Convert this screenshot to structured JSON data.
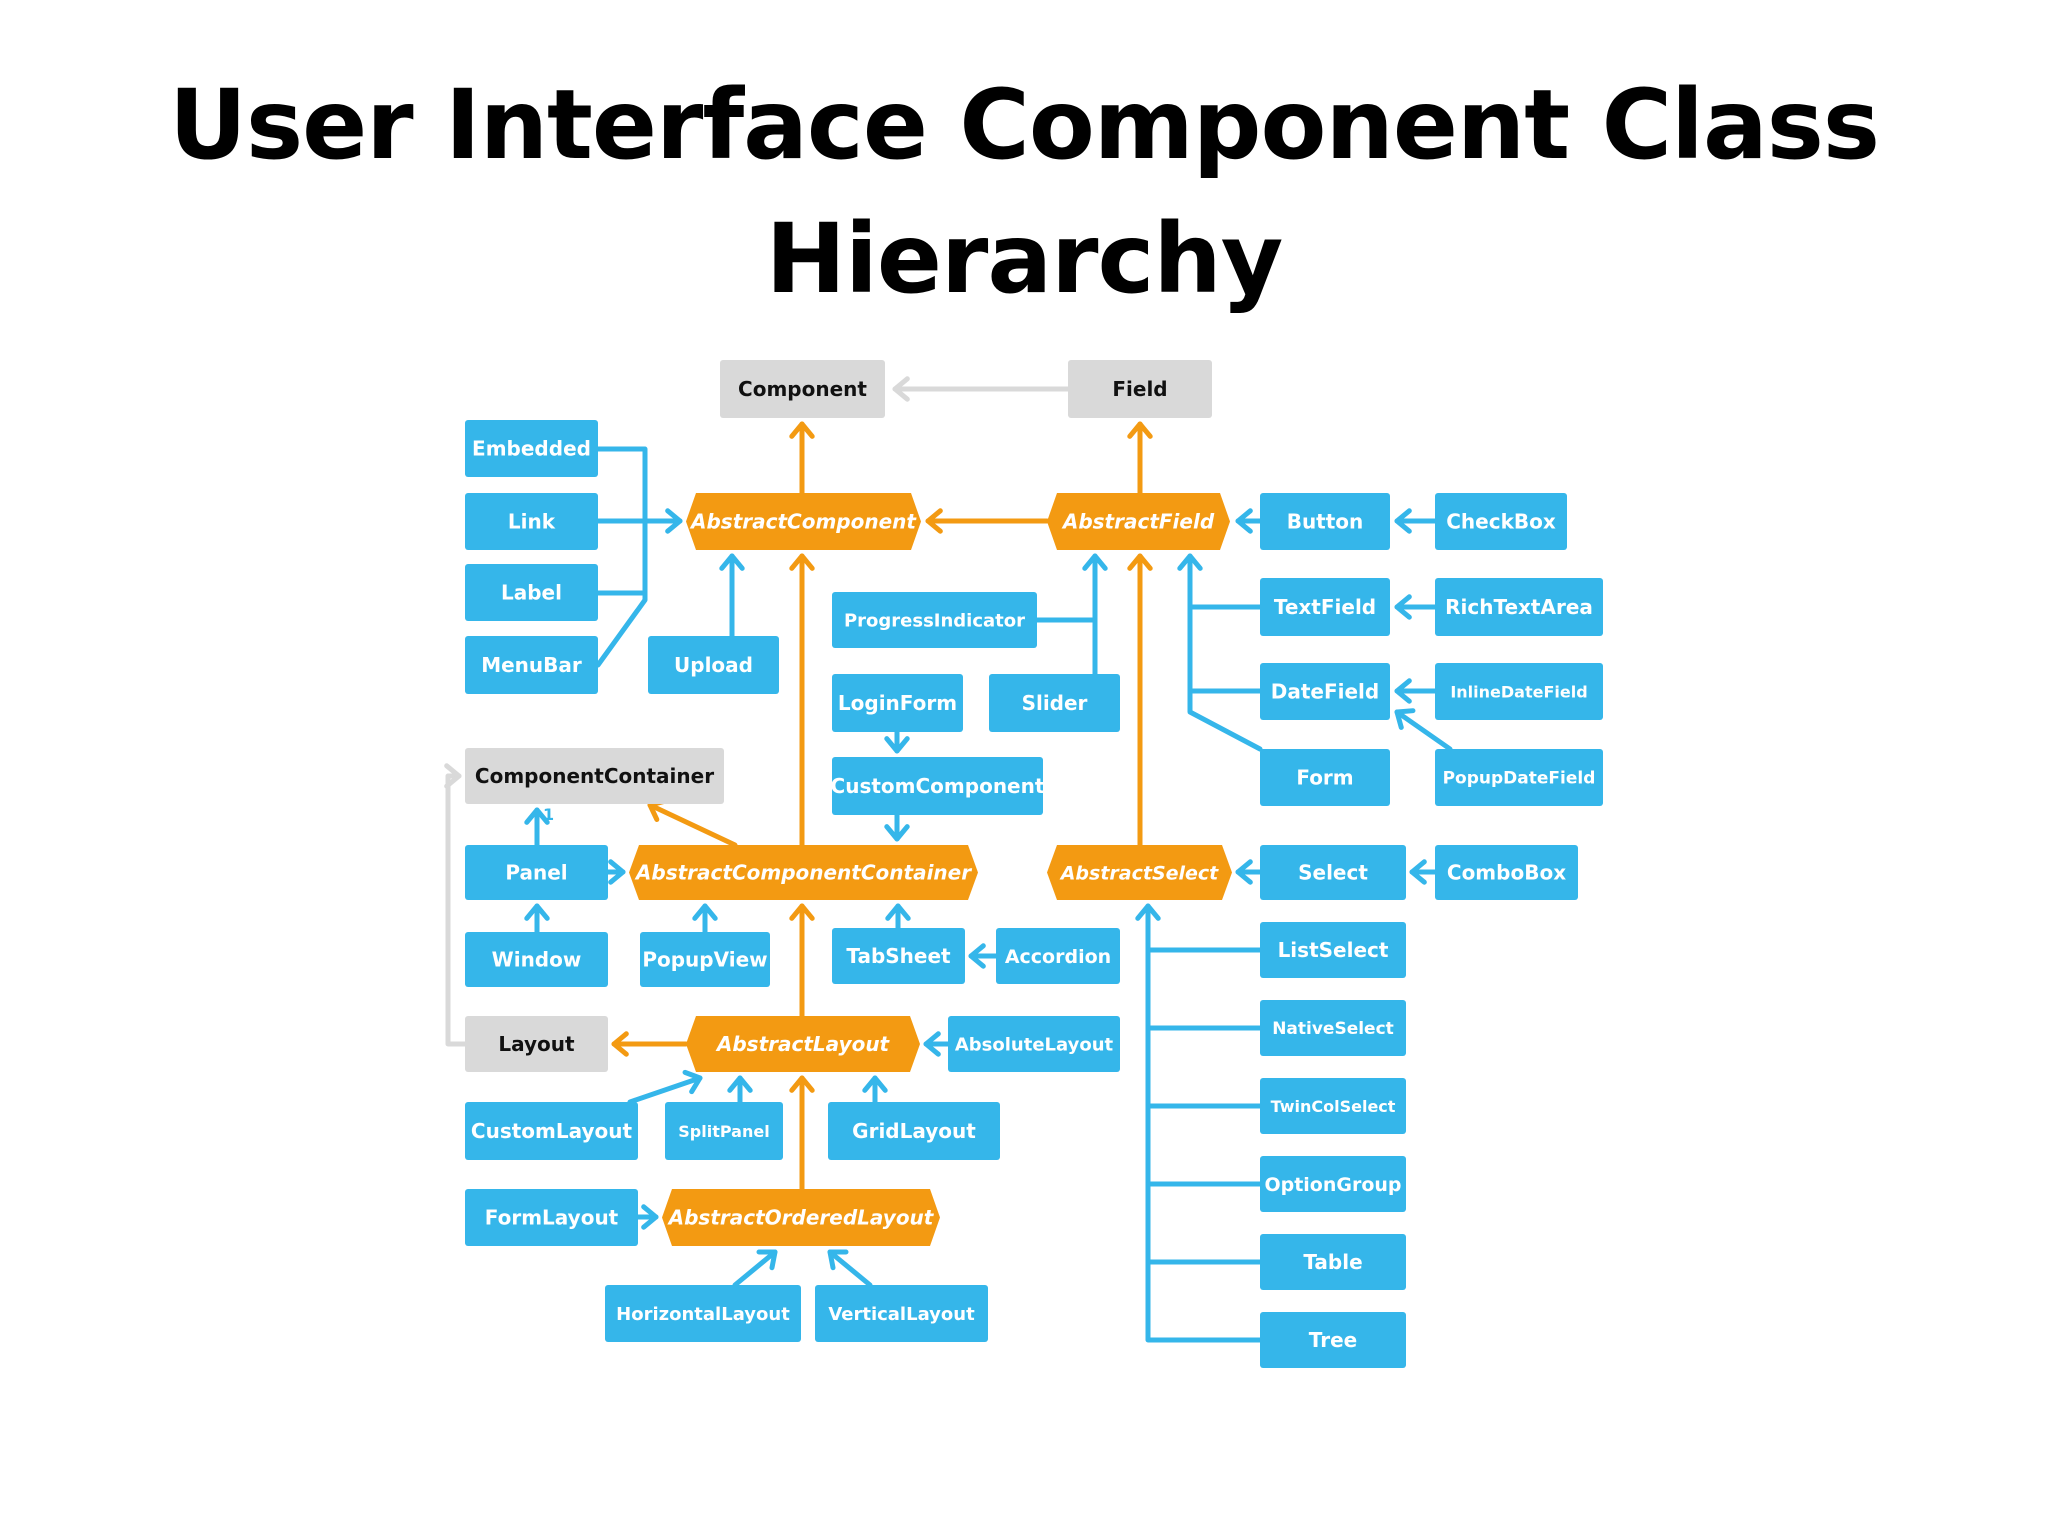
{
  "title": {
    "line1": "User Interface Component Class",
    "line2": "Hierarchy"
  },
  "colors": {
    "gray_box": "#d9d9d9",
    "blue_box": "#35b6ea",
    "orange_box": "#f39a12",
    "gray_arrow": "#d9d9d9",
    "blue_arrow": "#35b6ea",
    "orange_arrow": "#f39a12",
    "text_dark": "#111111",
    "text_light": "#ffffff"
  },
  "diagram": {
    "nodes": [
      {
        "id": "component",
        "label": "Component",
        "kind": "gray"
      },
      {
        "id": "field",
        "label": "Field",
        "kind": "gray"
      },
      {
        "id": "embedded",
        "label": "Embedded",
        "kind": "blue"
      },
      {
        "id": "link",
        "label": "Link",
        "kind": "blue"
      },
      {
        "id": "label",
        "label": "Label",
        "kind": "blue"
      },
      {
        "id": "menubar",
        "label": "MenuBar",
        "kind": "blue"
      },
      {
        "id": "upload",
        "label": "Upload",
        "kind": "blue"
      },
      {
        "id": "abstract-component",
        "label": "AbstractComponent",
        "kind": "orange"
      },
      {
        "id": "abstract-field",
        "label": "AbstractField",
        "kind": "orange"
      },
      {
        "id": "button",
        "label": "Button",
        "kind": "blue"
      },
      {
        "id": "checkbox",
        "label": "CheckBox",
        "kind": "blue"
      },
      {
        "id": "textfield",
        "label": "TextField",
        "kind": "blue"
      },
      {
        "id": "richtextarea",
        "label": "RichTextArea",
        "kind": "blue"
      },
      {
        "id": "datefield",
        "label": "DateField",
        "kind": "blue"
      },
      {
        "id": "inlinedatefield",
        "label": "InlineDateField",
        "kind": "blue"
      },
      {
        "id": "form",
        "label": "Form",
        "kind": "blue"
      },
      {
        "id": "popupdatefield",
        "label": "PopupDateField",
        "kind": "blue"
      },
      {
        "id": "progressindicator",
        "label": "ProgressIndicator",
        "kind": "blue"
      },
      {
        "id": "loginform",
        "label": "LoginForm",
        "kind": "blue"
      },
      {
        "id": "slider",
        "label": "Slider",
        "kind": "blue"
      },
      {
        "id": "customcomponent",
        "label": "CustomComponent",
        "kind": "blue"
      },
      {
        "id": "componentcontainer",
        "label": "ComponentContainer",
        "kind": "gray"
      },
      {
        "id": "panel",
        "label": "Panel",
        "kind": "blue"
      },
      {
        "id": "abstract-component-container",
        "label": "AbstractComponentContainer",
        "kind": "orange"
      },
      {
        "id": "abstract-select",
        "label": "AbstractSelect",
        "kind": "orange"
      },
      {
        "id": "select",
        "label": "Select",
        "kind": "blue"
      },
      {
        "id": "combobox",
        "label": "ComboBox",
        "kind": "blue"
      },
      {
        "id": "window",
        "label": "Window",
        "kind": "blue"
      },
      {
        "id": "popupview",
        "label": "PopupView",
        "kind": "blue"
      },
      {
        "id": "tabsheet",
        "label": "TabSheet",
        "kind": "blue"
      },
      {
        "id": "accordion",
        "label": "Accordion",
        "kind": "blue"
      },
      {
        "id": "listselect",
        "label": "ListSelect",
        "kind": "blue"
      },
      {
        "id": "layout",
        "label": "Layout",
        "kind": "gray"
      },
      {
        "id": "abstract-layout",
        "label": "AbstractLayout",
        "kind": "orange"
      },
      {
        "id": "absolutelayout",
        "label": "AbsoluteLayout",
        "kind": "blue"
      },
      {
        "id": "nativeselect",
        "label": "NativeSelect",
        "kind": "blue"
      },
      {
        "id": "customlayout",
        "label": "CustomLayout",
        "kind": "blue"
      },
      {
        "id": "splitpanel",
        "label": "SplitPanel",
        "kind": "blue"
      },
      {
        "id": "gridlayout",
        "label": "GridLayout",
        "kind": "blue"
      },
      {
        "id": "twincolselect",
        "label": "TwinColSelect",
        "kind": "blue"
      },
      {
        "id": "formlayout",
        "label": "FormLayout",
        "kind": "blue"
      },
      {
        "id": "abstract-ordered-layout",
        "label": "AbstractOrderedLayout",
        "kind": "orange"
      },
      {
        "id": "optiongroup",
        "label": "OptionGroup",
        "kind": "blue"
      },
      {
        "id": "horizontallayout",
        "label": "HorizontalLayout",
        "kind": "blue"
      },
      {
        "id": "verticallayout",
        "label": "VerticalLayout",
        "kind": "blue"
      },
      {
        "id": "table",
        "label": "Table",
        "kind": "blue"
      },
      {
        "id": "tree",
        "label": "Tree",
        "kind": "blue"
      }
    ],
    "multiplicity_label": "1"
  }
}
